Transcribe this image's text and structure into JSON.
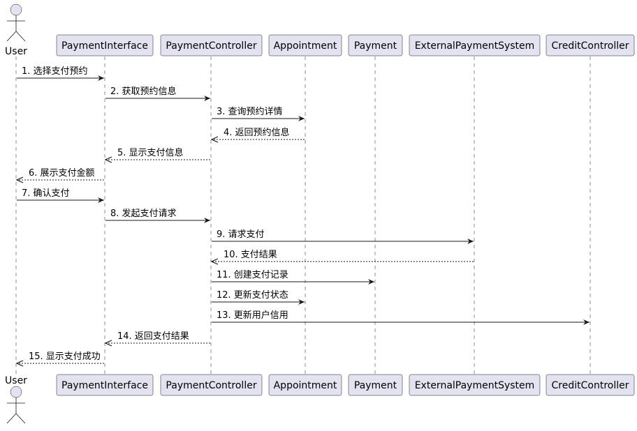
{
  "participants": [
    {
      "id": "user",
      "label": "User",
      "kind": "actor"
    },
    {
      "id": "pi",
      "label": "PaymentInterface",
      "kind": "participant"
    },
    {
      "id": "pc",
      "label": "PaymentController",
      "kind": "participant"
    },
    {
      "id": "ap",
      "label": "Appointment",
      "kind": "participant"
    },
    {
      "id": "pay",
      "label": "Payment",
      "kind": "participant"
    },
    {
      "id": "eps",
      "label": "ExternalPaymentSystem",
      "kind": "participant"
    },
    {
      "id": "cc",
      "label": "CreditController",
      "kind": "participant"
    }
  ],
  "messages": [
    {
      "from": "user",
      "to": "pi",
      "label": "1. 选择支付预约",
      "type": "sync"
    },
    {
      "from": "pi",
      "to": "pc",
      "label": "2. 获取预约信息",
      "type": "sync"
    },
    {
      "from": "pc",
      "to": "ap",
      "label": "3. 查询预约详情",
      "type": "sync"
    },
    {
      "from": "ap",
      "to": "pc",
      "label": "4. 返回预约信息",
      "type": "reply"
    },
    {
      "from": "pc",
      "to": "pi",
      "label": "5. 显示支付信息",
      "type": "reply"
    },
    {
      "from": "pi",
      "to": "user",
      "label": "6. 展示支付金额",
      "type": "reply"
    },
    {
      "from": "user",
      "to": "pi",
      "label": "7. 确认支付",
      "type": "sync"
    },
    {
      "from": "pi",
      "to": "pc",
      "label": "8. 发起支付请求",
      "type": "sync"
    },
    {
      "from": "pc",
      "to": "eps",
      "label": "9. 请求支付",
      "type": "sync"
    },
    {
      "from": "eps",
      "to": "pc",
      "label": "10. 支付结果",
      "type": "reply"
    },
    {
      "from": "pc",
      "to": "pay",
      "label": "11. 创建支付记录",
      "type": "sync"
    },
    {
      "from": "pc",
      "to": "ap",
      "label": "12. 更新支付状态",
      "type": "sync"
    },
    {
      "from": "pc",
      "to": "cc",
      "label": "13. 更新用户信用",
      "type": "sync"
    },
    {
      "from": "pc",
      "to": "pi",
      "label": "14. 返回支付结果",
      "type": "reply"
    },
    {
      "from": "pi",
      "to": "user",
      "label": "15. 显示支付成功",
      "type": "reply"
    }
  ]
}
